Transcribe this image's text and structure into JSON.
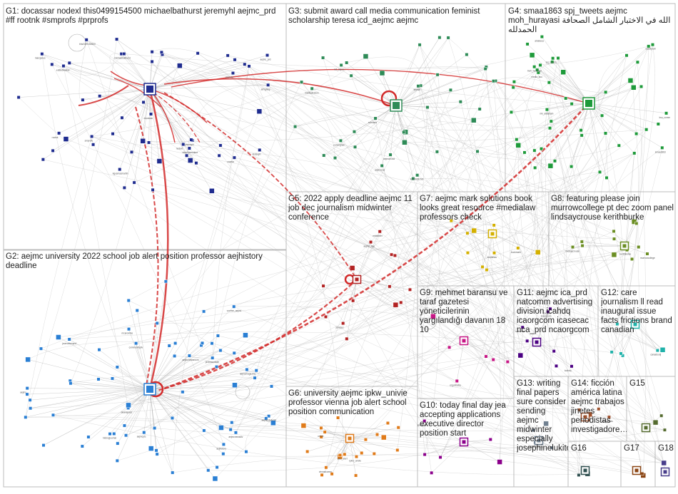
{
  "groups": [
    {
      "id": "G1",
      "text": "G1: docassar nodexl this0499154500 michaelbathurst jeremyhl aejmc_prd #ff rootnk #smprofs #prprofs",
      "color": "#1f2c8f"
    },
    {
      "id": "G2",
      "text": "G2: aejmc university 2022 school job alert position professor aejhistory deadline",
      "color": "#2a7fd4"
    },
    {
      "id": "G3",
      "text": "G3: submit award call media communication feminist scholarship teresa icd_aejmc aejmc",
      "color": "#2e8b57"
    },
    {
      "id": "G4",
      "text": "G4: smaa1863 spj_tweets aejmc moh_hurayasi الله في الاختبار الشامل الصحافة الحمدلله",
      "color": "#1e9a3a"
    },
    {
      "id": "G5",
      "text": "G5: 2022 apply deadline aejmc 11 job dec journalism midwinter conference",
      "color": "#b22222"
    },
    {
      "id": "G6",
      "text": "G6: university aejmc ipkw_univie professor vienna job alert school position communication",
      "color": "#e07b1a"
    },
    {
      "id": "G7",
      "text": "G7: aejmc mark solutions book looks great resource #medialaw professors check",
      "color": "#d4b000"
    },
    {
      "id": "G8",
      "text": "G8: featuring please join murrowcollege pt dec zoom panel lindsaycrouse kerithburke",
      "color": "#6b8e23"
    },
    {
      "id": "G9",
      "text": "G9: mehmet baransu ve taraf gazetesi yöneticilerinin yargılandığı davanın 18 10",
      "color": "#c71585"
    },
    {
      "id": "G10",
      "text": "G10: today final day jea accepting applications executive director position start",
      "color": "#8b008b"
    },
    {
      "id": "G11",
      "text": "G11: aejmc ica_prd natcomm advertising division icahdq icaorgcom icasecac nca_prd ncaorgcom",
      "color": "#4b0082"
    },
    {
      "id": "G12",
      "text": "G12: care journalism ll read inaugural issue facts frictions brand canadian",
      "color": "#20b2aa"
    },
    {
      "id": "G13",
      "text": "G13: writing final papers sure consider sending aejmc midwinter especially josephinelukito",
      "color": "#708090"
    },
    {
      "id": "G14",
      "text": "G14: ficción américa latina aejmc trabajos jinetes periodistas investigadore…",
      "color": "#a0522d"
    },
    {
      "id": "G15",
      "text": "G15",
      "color": "#556b2f"
    },
    {
      "id": "G16",
      "text": "G16",
      "color": "#2f4f4f"
    },
    {
      "id": "G17",
      "text": "G17",
      "color": "#8b4513"
    },
    {
      "id": "G18",
      "text": "G18",
      "color": "#483d8b"
    }
  ],
  "node_labels": {
    "G1": [
      "aejmc_prd",
      "docassar",
      "nodexl",
      "michaelbathurst",
      "jeremyhl",
      "rootnk",
      "this0499154500",
      "ccprsa",
      "smprofs",
      "prprofs",
      "lindsayh",
      "cimehpresident",
      "marcjones",
      "arhighlay",
      "kgusmacmartin",
      "eddiebwalker"
    ],
    "G2": [
      "aejmc",
      "aejhistory",
      "journalismprof",
      "historyjournal",
      "mcaronline",
      "aejmcnewsroom",
      "professorleah",
      "deanspace",
      "aejmcmagazine",
      "communitydiv",
      "vcomm_aejmc",
      "aejmcptc",
      "aejmcnewsdiv",
      "aejmcstudents"
    ],
    "G3": [
      "icd_aejmc",
      "teresa",
      "aejmccsw",
      "feministschol",
      "commgrad",
      "mediadivision",
      "scholars",
      "aejmcmcsd"
    ],
    "G4": [
      "smaa1863",
      "spj_tweets",
      "moh_hurayasi",
      "alrabeea",
      "saudijourn",
      "media_ksu",
      "ksu_comm",
      "mk_albabtain"
    ],
    "G5": [
      "aejmc_mw",
      "jobsdec",
      "midwinter"
    ],
    "G6": [
      "ipkw_univie",
      "univie",
      "viennacomm",
      "jobs_alert"
    ],
    "G7": [
      "medialaw",
      "bookmark"
    ],
    "G8": [
      "murrowcollege",
      "lindsaycrouse",
      "kerithburke"
    ],
    "G9": [
      "ergunbaba"
    ],
    "G10": [
      "jeadvisers"
    ],
    "G11": [
      "ica_prd",
      "natcomm",
      "icahdq",
      "icaorgcom"
    ],
    "G12": [
      "careaboutj"
    ],
    "G13": [
      "josephinelukito"
    ],
    "G14": [
      "periodistas"
    ]
  }
}
